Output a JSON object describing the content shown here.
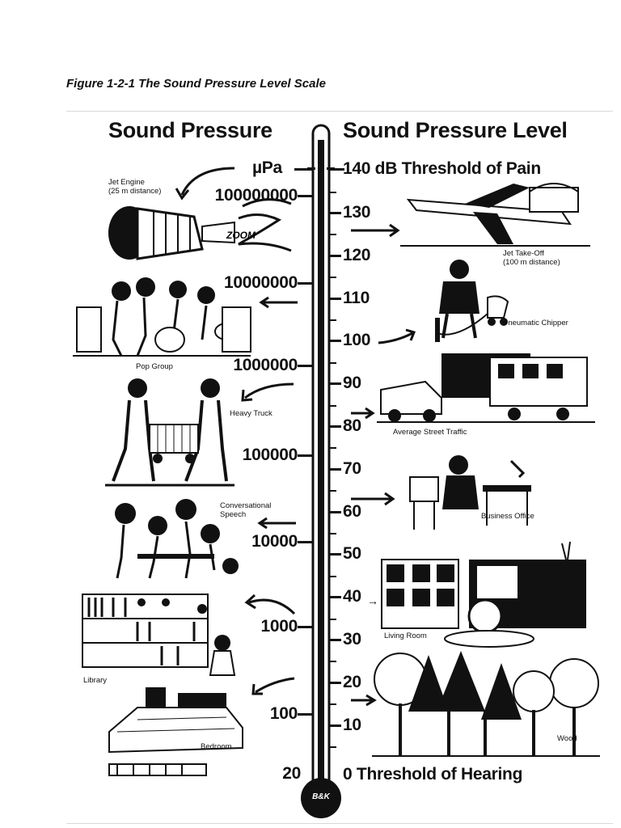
{
  "figure": {
    "caption": "Figure 1-2-1 The Sound Pressure Level Scale",
    "left_heading": "Sound Pressure",
    "right_heading": "Sound Pressure Level",
    "left_unit": "µPa",
    "right_top_label": "140 dB Threshold of Pain",
    "right_bottom_label": "0 Threshold of Hearing",
    "bulb_text": "B&K",
    "pressure_ticks": [
      "100000000",
      "10000000",
      "1000000",
      "100000",
      "10000",
      "1000",
      "100",
      "20"
    ],
    "db_ticks": [
      "130",
      "120",
      "110",
      "100",
      "90",
      "80",
      "70",
      "60",
      "50",
      "40",
      "30",
      "20",
      "10"
    ],
    "sources_left": [
      {
        "label": "Jet Engine\n(25 m distance)",
        "icon": "jet-engine-icon"
      },
      {
        "label": "Pop Group",
        "icon": "pop-group-icon"
      },
      {
        "label": "Heavy Truck",
        "icon": "heavy-truck-icon"
      },
      {
        "label": "Conversational\nSpeech",
        "icon": "conversation-icon"
      },
      {
        "label": "Library",
        "icon": "library-icon"
      },
      {
        "label": "Bedroom",
        "icon": "bedroom-icon"
      }
    ],
    "sources_right": [
      {
        "label": "Jet Take-Off\n(100 m distance)",
        "icon": "jet-takeoff-icon"
      },
      {
        "label": "Pneumatic Chipper",
        "icon": "pneumatic-chipper-icon"
      },
      {
        "label": "Average Street Traffic",
        "icon": "street-traffic-icon"
      },
      {
        "label": "Business Office",
        "icon": "business-office-icon"
      },
      {
        "label": "Living Room",
        "icon": "living-room-icon"
      },
      {
        "label": "Wood",
        "icon": "wood-icon"
      }
    ]
  }
}
